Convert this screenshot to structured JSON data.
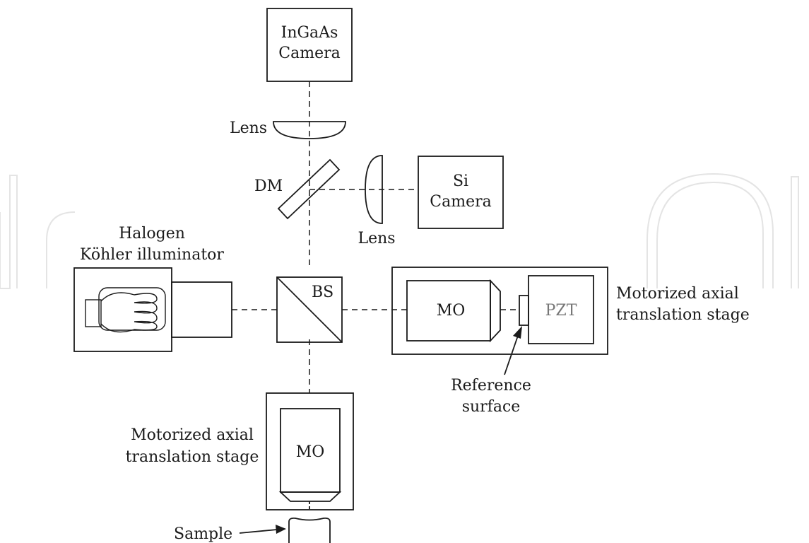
{
  "labels": {
    "ingaas_camera": [
      "InGaAs",
      "Camera"
    ],
    "top_lens": "Lens",
    "dm": "DM",
    "si_camera": [
      "Si",
      "Camera"
    ],
    "side_lens": "Lens",
    "illuminator": [
      "Halogen",
      "Köhler illuminator"
    ],
    "bs": "BS",
    "ref_mo": "MO",
    "pzt": "PZT",
    "ref_stage": [
      "Motorized axial",
      "translation stage"
    ],
    "reference_surface": [
      "Reference",
      "surface"
    ],
    "sample_stage": [
      "Motorized axial",
      "translation stage"
    ],
    "sample_mo": "MO",
    "sample": "Sample"
  },
  "colors": {
    "line": "#1a1a1a",
    "watermark": "#e4e4e4",
    "background": "#ffffff"
  }
}
